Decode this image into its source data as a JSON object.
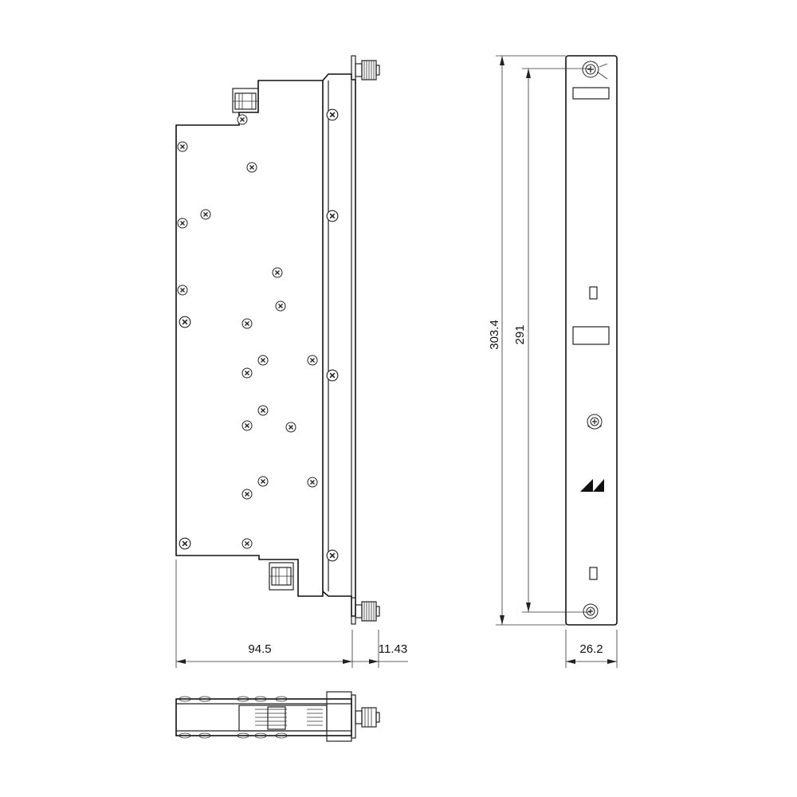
{
  "dimensions": {
    "width_body": "94.5",
    "connector_depth": "11.43",
    "height_overall": "303.4",
    "height_mounting": "291",
    "front_width": "26.2"
  },
  "views": {
    "side": "side-view",
    "front": "front-panel-view",
    "bottom": "bottom-view"
  }
}
